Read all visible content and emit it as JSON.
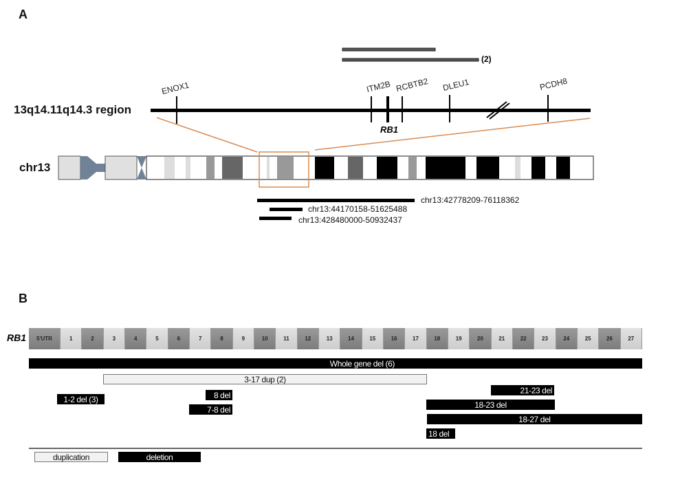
{
  "panel_a": {
    "label": "A",
    "region_label": "13q14.11q14.3 region",
    "chromosome_label": "chr13",
    "genes": [
      {
        "name": "ENOX1",
        "italic": false
      },
      {
        "name": "ITM2B",
        "italic": false
      },
      {
        "name": "RB1",
        "italic": true
      },
      {
        "name": "RCBTB2",
        "italic": false
      },
      {
        "name": "DLEU1",
        "italic": false
      },
      {
        "name": "PCDH8",
        "italic": false
      }
    ],
    "top_bars_count_label": "(2)",
    "deletion_coordinates": [
      "chr13:42778209-76118362",
      "chr13:44170158-51625488",
      "chr13:428480000-50932437"
    ],
    "colors": {
      "zoom_box": "#d98a4f",
      "centromere": "#6f8296",
      "band_black": "#000000",
      "band_dark": "#666666",
      "band_mid": "#999999",
      "band_light": "#dddddd"
    }
  },
  "panel_b": {
    "label": "B",
    "gene_label": "RB1",
    "exons": [
      "5'UTR",
      "1",
      "2",
      "3",
      "4",
      "5",
      "6",
      "7",
      "8",
      "9",
      "10",
      "11",
      "12",
      "13",
      "14",
      "15",
      "16",
      "17",
      "18",
      "19",
      "20",
      "21",
      "22",
      "23",
      "24",
      "25",
      "26",
      "27"
    ],
    "variants": [
      {
        "label": "Whole gene del (6)",
        "type": "deletion",
        "from": "5'UTR",
        "to": "27"
      },
      {
        "label": "3-17 dup (2)",
        "type": "duplication",
        "from": "3",
        "to": "17"
      },
      {
        "label": "1-2 del (3)",
        "type": "deletion",
        "from": "1",
        "to": "2"
      },
      {
        "label": "8 del",
        "type": "deletion",
        "from": "8",
        "to": "8"
      },
      {
        "label": "7-8 del",
        "type": "deletion",
        "from": "7",
        "to": "8"
      },
      {
        "label": "21-23 del",
        "type": "deletion",
        "from": "21",
        "to": "23"
      },
      {
        "label": "18-23 del",
        "type": "deletion",
        "from": "18",
        "to": "23"
      },
      {
        "label": "18-27 del",
        "type": "deletion",
        "from": "18",
        "to": "27"
      },
      {
        "label": "18 del",
        "type": "deletion",
        "from": "18",
        "to": "18"
      }
    ],
    "legend": {
      "duplication": "duplication",
      "deletion": "deletion"
    }
  }
}
